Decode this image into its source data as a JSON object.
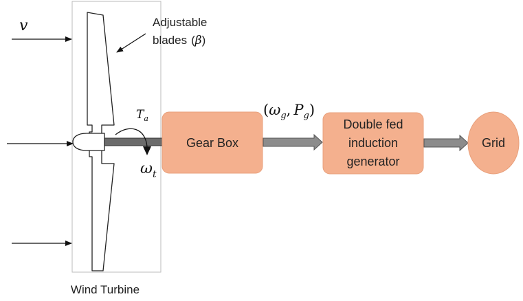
{
  "turbine": {
    "caption": "Wind Turbine",
    "wind_speed_symbol": "v",
    "torque_symbol": "T",
    "torque_subscript": "a",
    "rotor_speed_symbol": "ω",
    "rotor_speed_subscript": "t",
    "blades_label_line1": "Adjustable",
    "blades_label_line2": "blades",
    "pitch_symbol": "β"
  },
  "blocks": {
    "gearbox": "Gear Box",
    "generator_line1": "Double fed",
    "generator_line2": "induction",
    "generator_line3": "generator",
    "grid": "Grid"
  },
  "signals": {
    "open_paren": "(",
    "omega": "ω",
    "omega_sub": "g",
    "comma": ",",
    "power": "P",
    "power_sub": "g",
    "close_paren": ")"
  },
  "colors": {
    "block_fill": "#f4b08e",
    "block_stroke": "#e8a07c",
    "arrow_fill": "#8c8c8c",
    "arrow_stroke": "#555555",
    "line": "#111111",
    "frame": "#bbbbbb"
  }
}
